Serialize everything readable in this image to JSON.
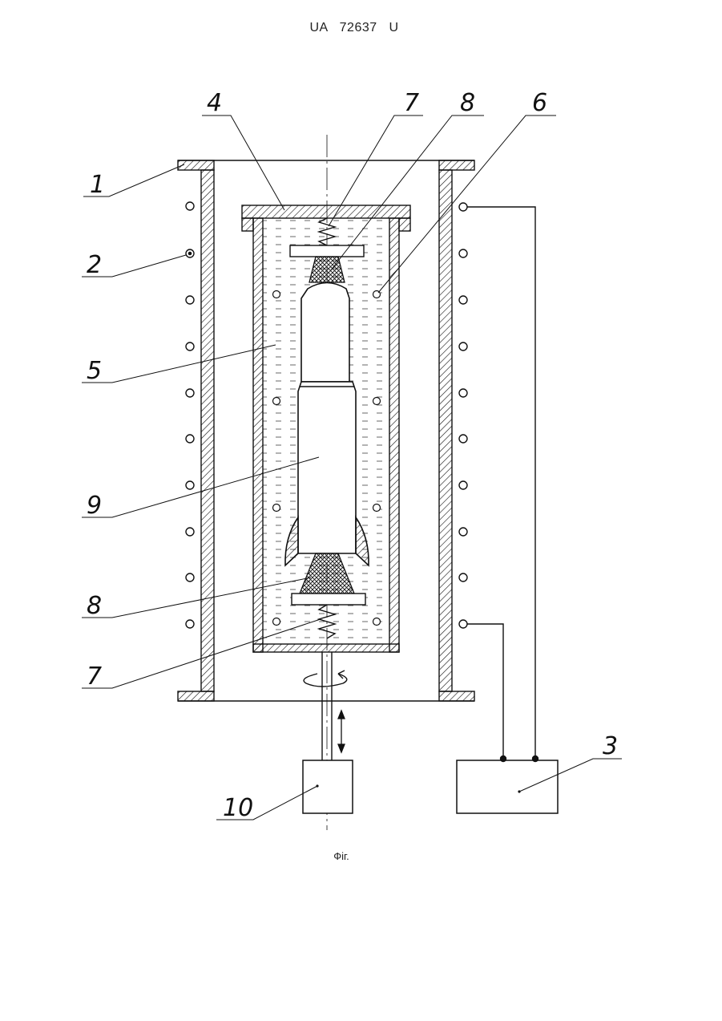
{
  "header": {
    "patent_number": "UA   72637   U"
  },
  "caption": {
    "figure_label": "Фіг."
  },
  "callouts": [
    {
      "id": "c1",
      "label": "1"
    },
    {
      "id": "c2",
      "label": "2"
    },
    {
      "id": "c3",
      "label": "3"
    },
    {
      "id": "c4",
      "label": "4"
    },
    {
      "id": "c5",
      "label": "5"
    },
    {
      "id": "c6",
      "label": "6"
    },
    {
      "id": "c7a",
      "label": "7"
    },
    {
      "id": "c7b",
      "label": "7"
    },
    {
      "id": "c8a",
      "label": "8"
    },
    {
      "id": "c8b",
      "label": "8"
    },
    {
      "id": "c9",
      "label": "9"
    },
    {
      "id": "c10",
      "label": "10"
    }
  ],
  "colors": {
    "ink": "#111111",
    "background": "#ffffff"
  }
}
